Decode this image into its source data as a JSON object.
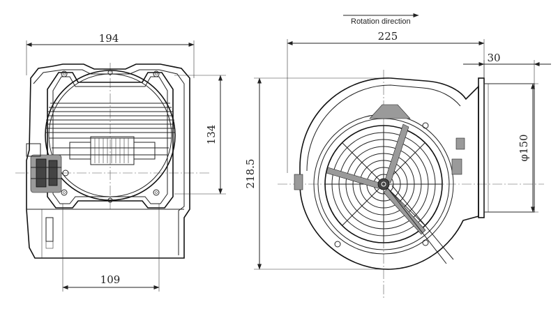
{
  "left_view": {
    "width_dim": "194",
    "height_dim": "134",
    "bottom_dim": "109"
  },
  "right_view": {
    "rotation_note": "Rotation direction",
    "width_dim": "225",
    "outlet_dim": "30",
    "height_dim": "218.5",
    "diameter_dim": "φ150"
  }
}
